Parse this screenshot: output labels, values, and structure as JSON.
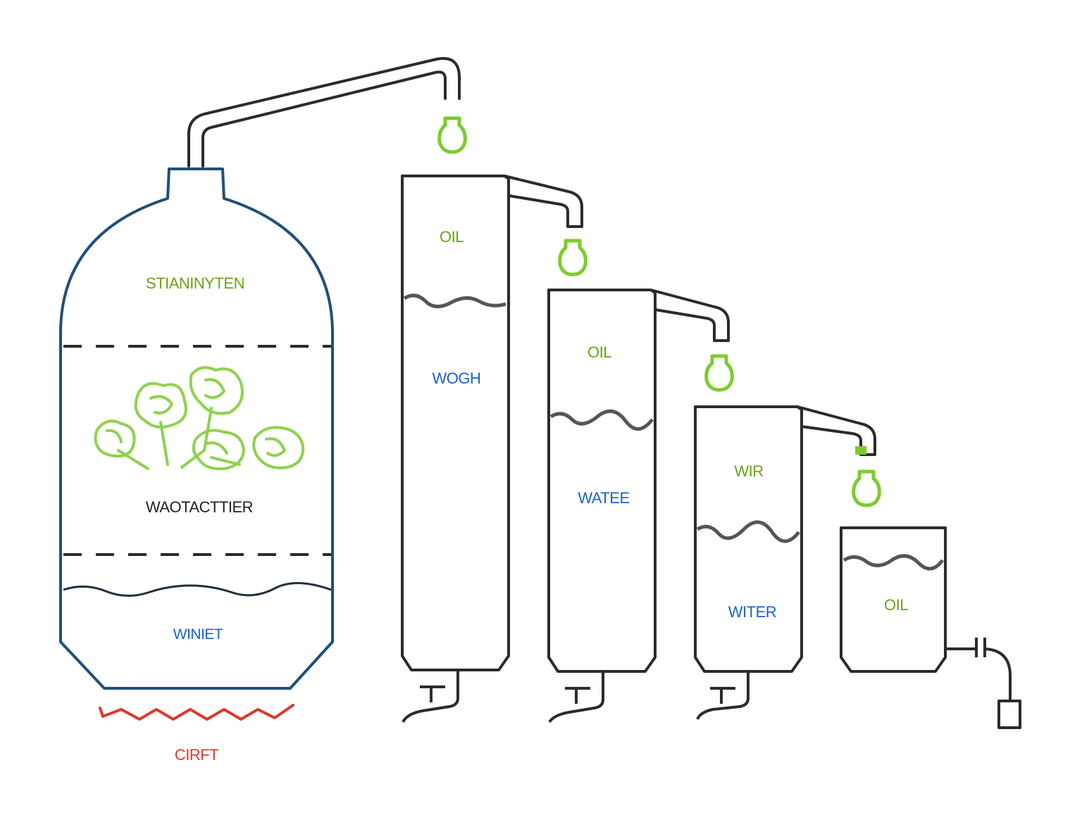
{
  "diagram": {
    "colors": {
      "outline": "#2b2b2b",
      "still_outline": "#1f4f7a",
      "oil_text": "#6aa316",
      "water_text": "#1a63c7",
      "heat": "#d93a2b",
      "droplet": "#7ccc2e",
      "plant": "#8fd14f",
      "wave": "#555555"
    },
    "icons": {
      "droplet": "droplet-icon",
      "heat": "heat-zigzag-icon",
      "plants": "plant-cluster-icon",
      "tap": "tap-icon",
      "hose": "hose-icon"
    },
    "still": {
      "top_label": "STIANINYTEN",
      "middle_label": "WAOTACTTIER",
      "bottom_label": "WINIET"
    },
    "heat": {
      "label": "CIRFT"
    },
    "separators": [
      {
        "oil_label": "OIL",
        "water_label": "WOGH"
      },
      {
        "oil_label": "OIL",
        "water_label": "WATEE"
      },
      {
        "oil_label": "WIR",
        "water_label": "WITER"
      }
    ],
    "collector": {
      "oil_label": "OIL"
    }
  }
}
